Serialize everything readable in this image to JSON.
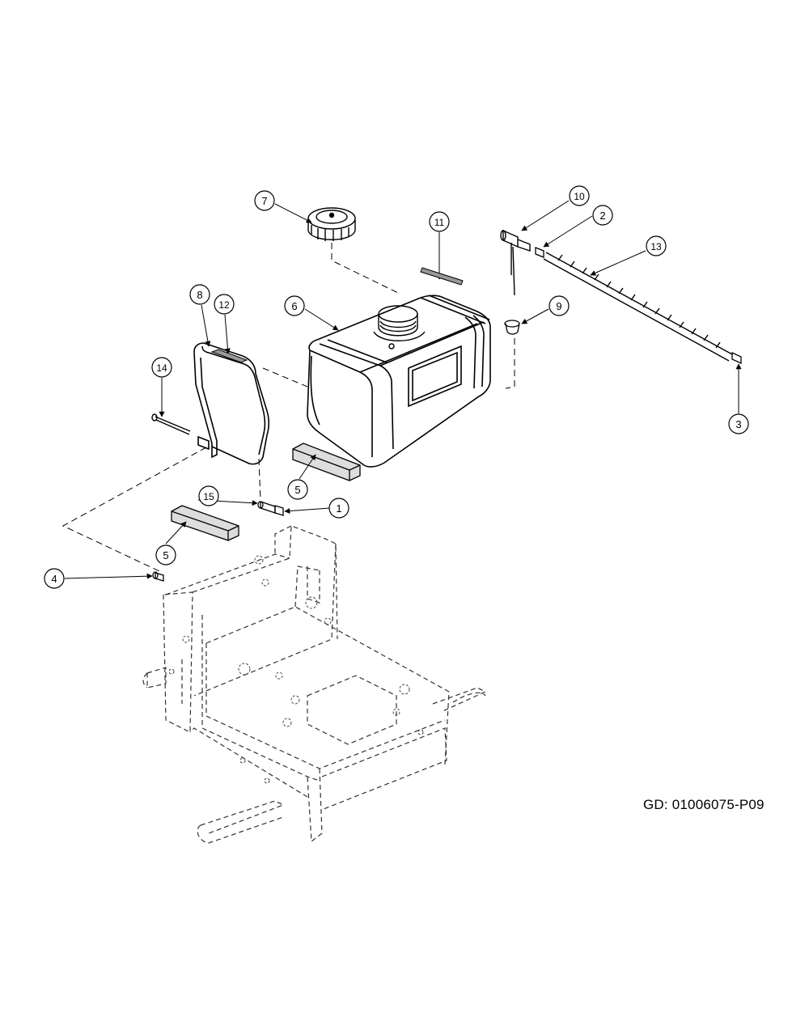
{
  "drawing_id": "GD: 01006075-P09",
  "callouts": [
    {
      "id": "c1",
      "label": "1"
    },
    {
      "id": "c2",
      "label": "2"
    },
    {
      "id": "c3",
      "label": "3"
    },
    {
      "id": "c4",
      "label": "4"
    },
    {
      "id": "c5a",
      "label": "5"
    },
    {
      "id": "c5b",
      "label": "5"
    },
    {
      "id": "c6",
      "label": "6"
    },
    {
      "id": "c7",
      "label": "7"
    },
    {
      "id": "c8",
      "label": "8"
    },
    {
      "id": "c9",
      "label": "9"
    },
    {
      "id": "c10",
      "label": "10"
    },
    {
      "id": "c11",
      "label": "11"
    },
    {
      "id": "c12",
      "label": "12"
    },
    {
      "id": "c13",
      "label": "13"
    },
    {
      "id": "c14",
      "label": "14"
    },
    {
      "id": "c15",
      "label": "15"
    }
  ]
}
